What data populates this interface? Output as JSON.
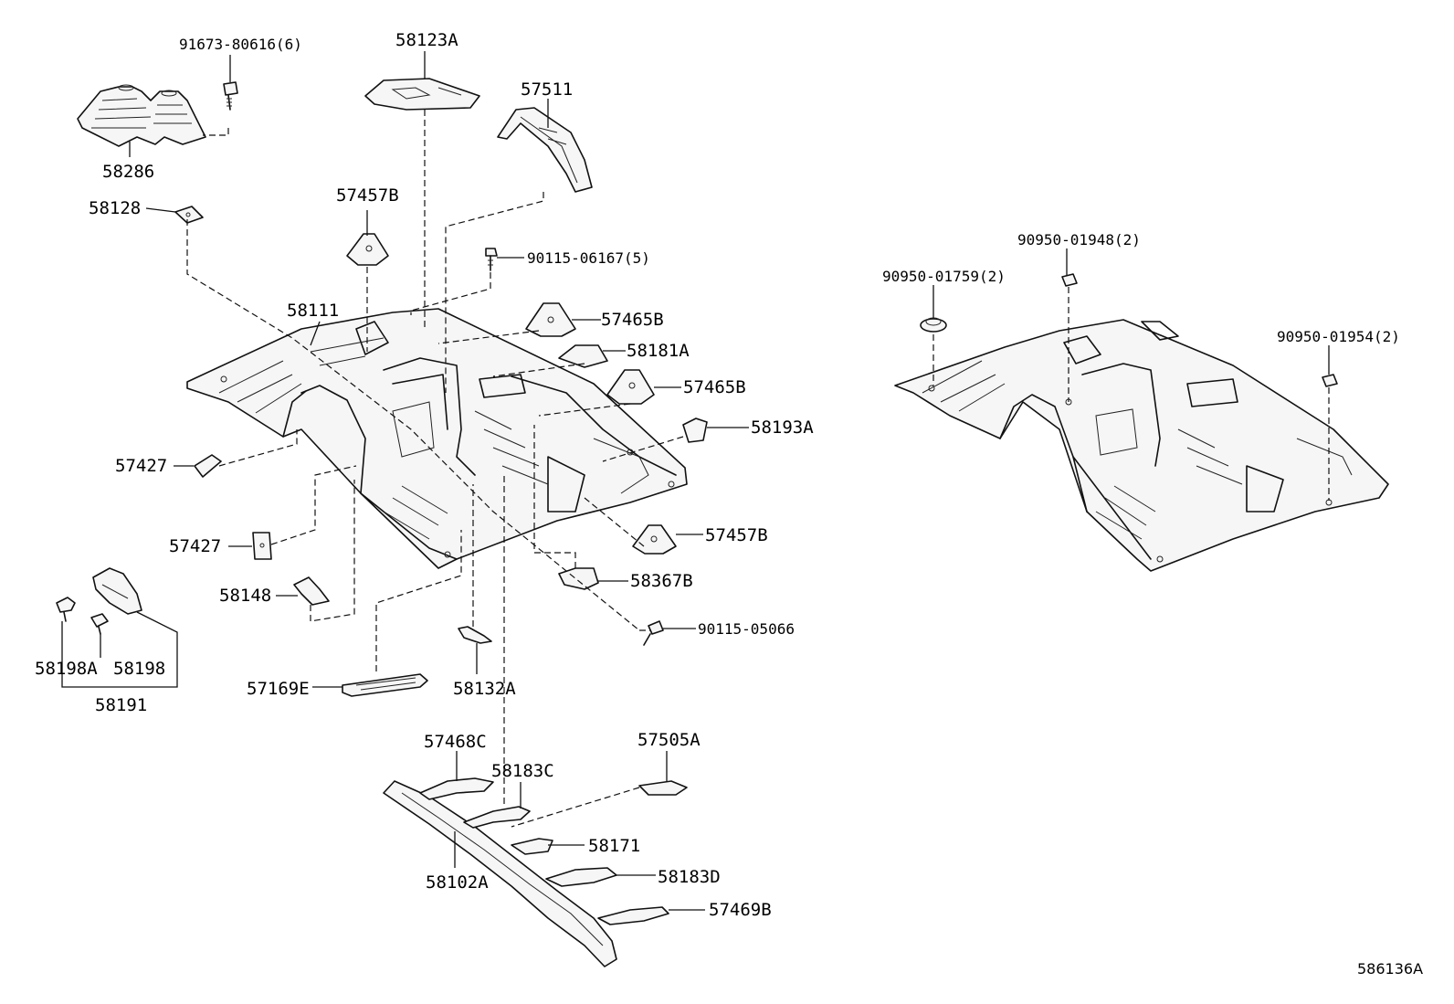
{
  "labels": {
    "p91673": "91673-80616(6)",
    "p58123A": "58123A",
    "p57511": "57511",
    "p58286": "58286",
    "p58128": "58128",
    "p57457B_top": "57457B",
    "p90115_06167": "90115-06167(5)",
    "p58111": "58111",
    "p57465B_a": "57465B",
    "p58181A": "58181A",
    "p57465B_b": "57465B",
    "p58193A": "58193A",
    "p57427_a": "57427",
    "p57427_b": "57427",
    "p57457B_bot": "57457B",
    "p58367B": "58367B",
    "p58148": "58148",
    "p90115_05066": "90115-05066",
    "p58198A": "58198A",
    "p58198": "58198",
    "p58191": "58191",
    "p57169E": "57169E",
    "p58132A": "58132A",
    "p57468C": "57468C",
    "p57505A": "57505A",
    "p58183C": "58183C",
    "p58171": "58171",
    "p58102A": "58102A",
    "p58183D": "58183D",
    "p57469B": "57469B",
    "p90950_01948": "90950-01948(2)",
    "p90950_01759": "90950-01759(2)",
    "p90950_01954": "90950-01954(2)"
  },
  "figure_ref": "586136A"
}
